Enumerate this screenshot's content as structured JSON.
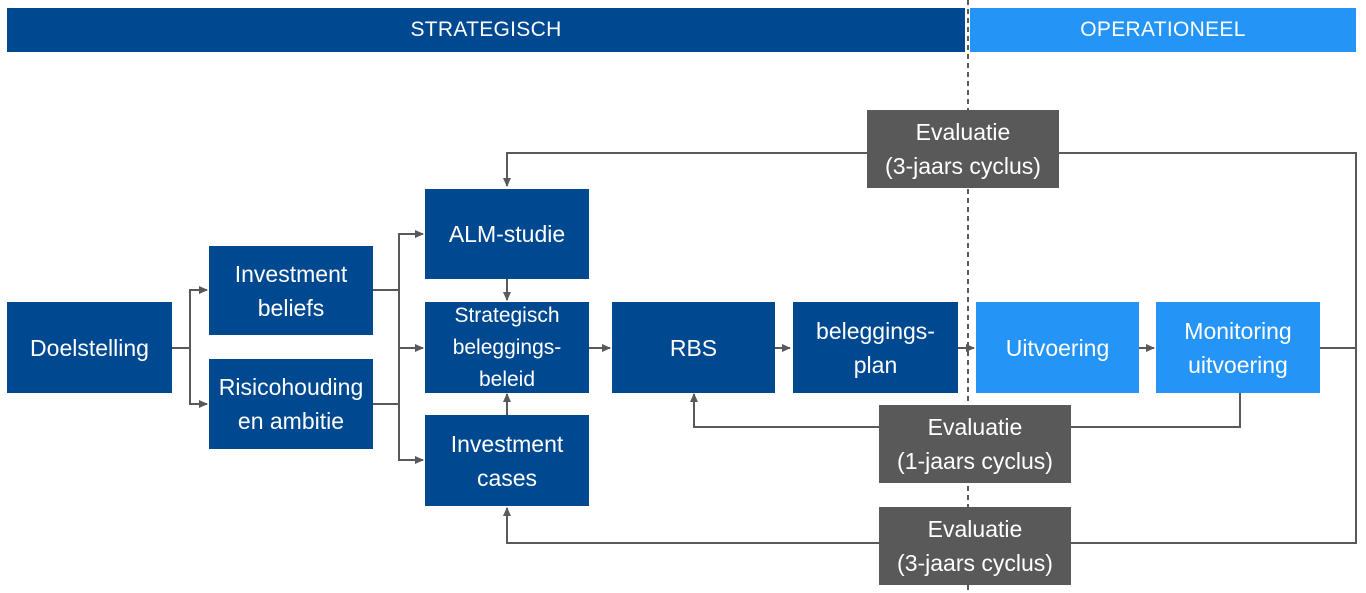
{
  "header": {
    "strategic_label": "STRATEGISCH",
    "operational_label": "OPERATIONEEL",
    "strategic_color": "#004990",
    "operational_color": "#2495f7"
  },
  "nodes": {
    "doelstelling": {
      "line1": "Doelstelling"
    },
    "investment_beliefs": {
      "line1": "Investment",
      "line2": "beliefs"
    },
    "risicohouding": {
      "line1": "Risicohouding",
      "line2": "en ambitie"
    },
    "alm_studie": {
      "line1": "ALM-studie"
    },
    "strategisch_beleid": {
      "line1": "Strategisch",
      "line2": "beleggings-",
      "line3": "beleid"
    },
    "investment_cases": {
      "line1": "Investment",
      "line2": "cases"
    },
    "rbs": {
      "line1": "RBS"
    },
    "beleggingsplan": {
      "line1": "beleggings-",
      "line2": "plan"
    },
    "uitvoering": {
      "line1": "Uitvoering"
    },
    "monitoring": {
      "line1": "Monitoring",
      "line2": "uitvoering"
    }
  },
  "evaluations": {
    "top": {
      "line1": "Evaluatie",
      "line2": "(3-jaars cyclus)"
    },
    "middle": {
      "line1": "Evaluatie",
      "line2": "(1-jaars cyclus)"
    },
    "bottom": {
      "line1": "Evaluatie",
      "line2": "(3-jaars cyclus)"
    },
    "color": "#595959"
  }
}
